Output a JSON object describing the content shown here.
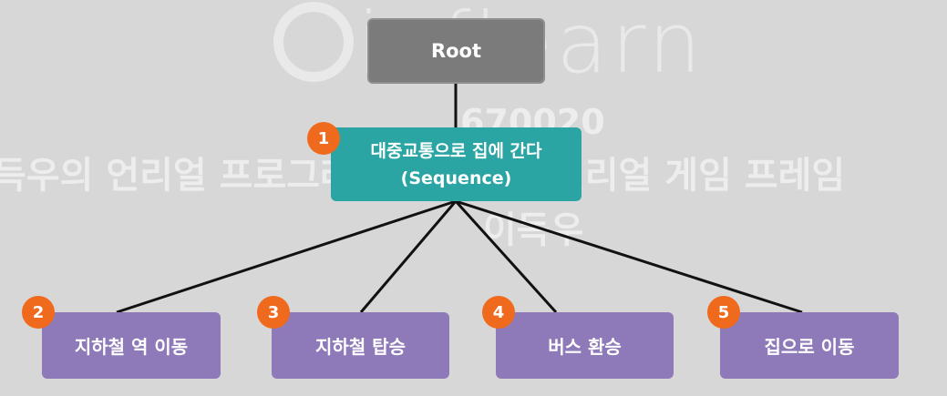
{
  "watermark": {
    "logo": "inflearn",
    "id": "670020",
    "course": "득우의 언리얼 프로그래밍 Part2 - 언리얼 게임 프레임",
    "author": "이득우"
  },
  "diagram": {
    "root": {
      "label": "Root"
    },
    "sequence": {
      "badge": "1",
      "label_line1": "대중교통으로 집에 간다",
      "label_line2": "(Sequence)"
    },
    "children": [
      {
        "badge": "2",
        "label": "지하철 역 이동"
      },
      {
        "badge": "3",
        "label": "지하철 탑승"
      },
      {
        "badge": "4",
        "label": "버스 환승"
      },
      {
        "badge": "5",
        "label": "집으로 이동"
      }
    ]
  },
  "colors": {
    "background": "#d7d7d7",
    "root": "#7b7b7b",
    "sequence": "#2aa5a3",
    "leaf": "#8e79b9",
    "badge": "#f06a1e",
    "line": "#111111"
  }
}
